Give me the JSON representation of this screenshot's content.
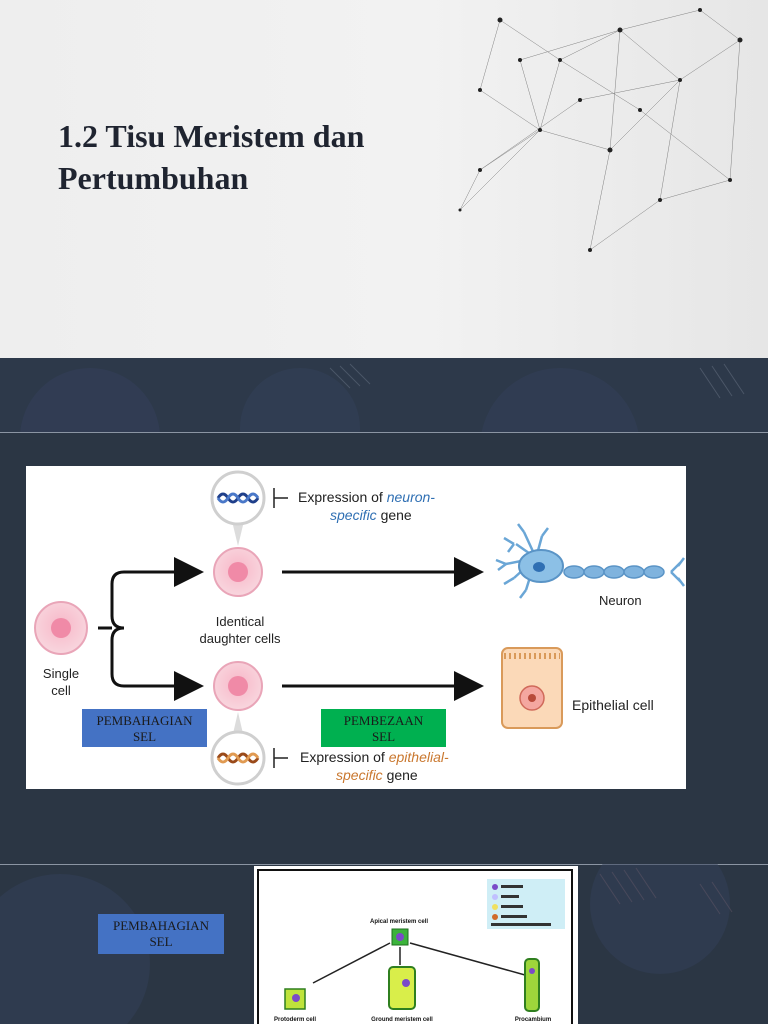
{
  "slide1": {
    "title_line1": "1.2 Tisu Meristem dan",
    "title_line2": "Pertumbuhan"
  },
  "figure1": {
    "expr_top_prefix": "Expression of ",
    "expr_top_highlight": "neuron-",
    "expr_top_line2_highlight": "specific",
    "expr_top_line2_suffix": " gene",
    "identical_line1": "Identical",
    "identical_line2": "daughter cells",
    "single_line1": "Single",
    "single_line2": "cell",
    "neuron": "Neuron",
    "epithelial": "Epithelial cell",
    "expr_bot_prefix": "Expression of ",
    "expr_bot_highlight": "epithelial-",
    "expr_bot_line2_highlight": "specific",
    "expr_bot_line2_suffix": " gene",
    "label_division_line1": "PEMBAHAGIAN",
    "label_division_line2": "SEL",
    "label_differentiation_line1": "PEMBEZAAN",
    "label_differentiation_line2": "SEL"
  },
  "slide3": {
    "label_line1": "PEMBAHAGIAN",
    "label_line2": "SEL",
    "apical": "Apical meristem cell",
    "protoderm": "Protoderm cell",
    "ground": "Ground meristem cell",
    "procambium": "Procambium"
  },
  "colors": {
    "background_dark": "#2b3644",
    "label_blue": "#4472c4",
    "label_green": "#00b050",
    "neuron_blue": "#2f6fb3",
    "epithelial_orange": "#c9772e"
  }
}
